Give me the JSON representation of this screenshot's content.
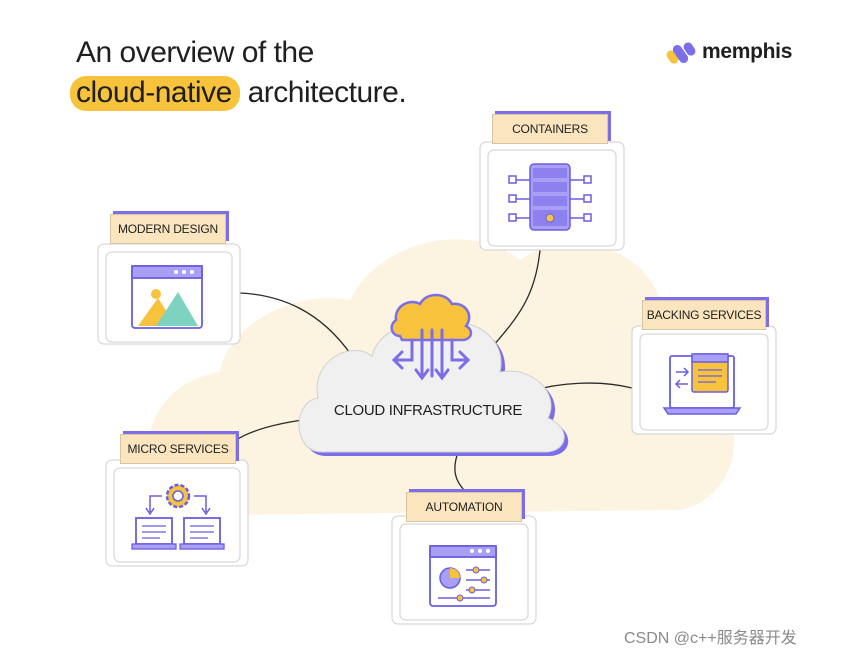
{
  "title": {
    "line1": "An overview of the",
    "highlight": "cloud-native",
    "rest": " architecture."
  },
  "logo": {
    "text": "memphis",
    "icon": "memphis-logo-icon"
  },
  "center": {
    "label": "CLOUD INFRASTRUCTURE",
    "icon": "cloud-upload-download-icon"
  },
  "nodes": {
    "containers": {
      "label": "CONTAINERS",
      "icon": "server-rack-icon"
    },
    "modern_design": {
      "label": "MODERN DESIGN",
      "icon": "image-window-icon"
    },
    "backing_services": {
      "label": "BACKING SERVICES",
      "icon": "laptop-document-icon"
    },
    "micro_services": {
      "label": "MICRO SERVICES",
      "icon": "gear-laptops-icon"
    },
    "automation": {
      "label": "AUTOMATION",
      "icon": "dashboard-sliders-icon"
    }
  },
  "watermark": "CSDN @c++服务器开发",
  "colors": {
    "highlight": "#f7c23c",
    "label_bg": "#fbe5bf",
    "accent": "#7b6ee8",
    "cloud": "#f0f0f0",
    "bg_cloud": "#fdf3e1"
  }
}
